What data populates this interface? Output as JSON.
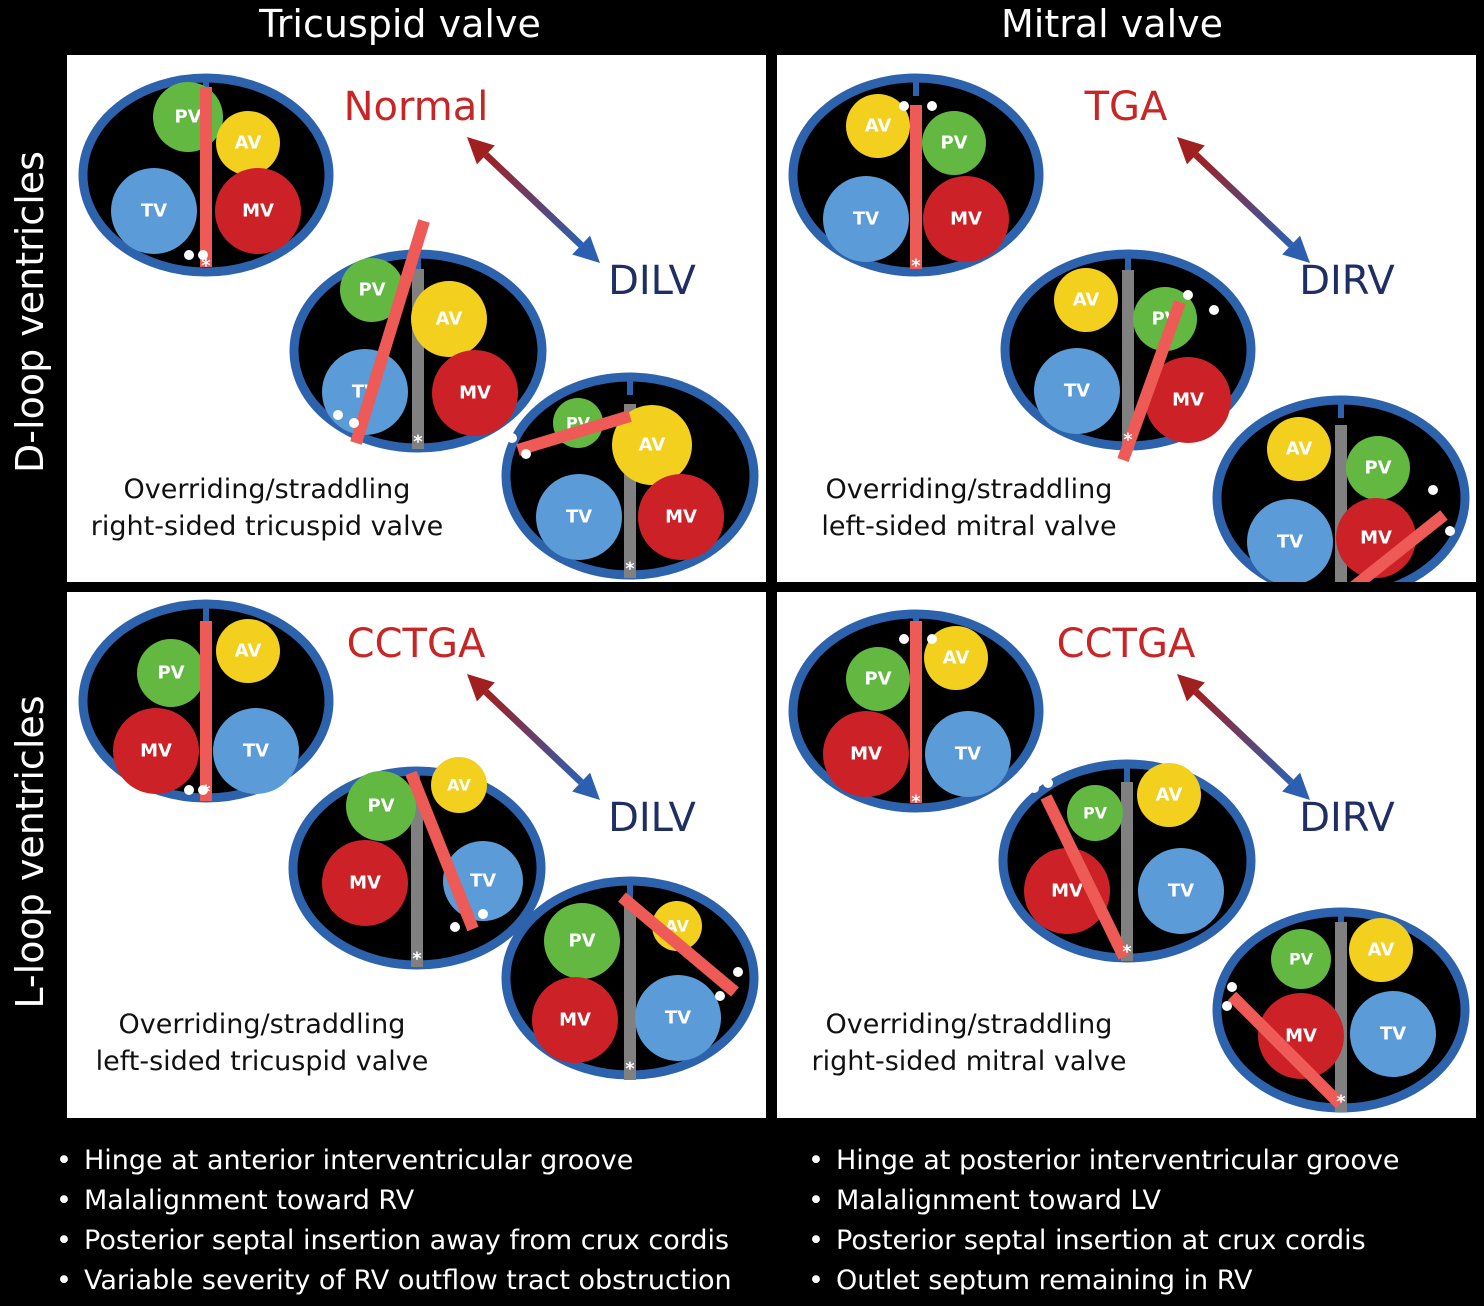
{
  "column_headers": [
    "Tricuspid valve",
    "Mitral valve"
  ],
  "row_headers": [
    "D-loop ventricles",
    "L-loop ventricles"
  ],
  "panels": [
    {
      "id": "d-tricuspid",
      "top_label": "Normal",
      "bottom_label": "DILV",
      "caption": [
        "Overriding/straddling",
        "right-sided tricuspid valve"
      ],
      "hearts": [
        {
          "valves": [
            {
              "name": "PV",
              "color": "green"
            },
            {
              "name": "AV",
              "color": "yellow"
            },
            {
              "name": "TV",
              "color": "blue"
            },
            {
              "name": "MV",
              "color": "red"
            }
          ]
        },
        {
          "valves": [
            {
              "name": "PV",
              "color": "green"
            },
            {
              "name": "AV",
              "color": "yellow"
            },
            {
              "name": "TV",
              "color": "blue"
            },
            {
              "name": "MV",
              "color": "red"
            }
          ]
        },
        {
          "valves": [
            {
              "name": "PV",
              "color": "green"
            },
            {
              "name": "AV",
              "color": "yellow"
            },
            {
              "name": "TV",
              "color": "blue"
            },
            {
              "name": "MV",
              "color": "red"
            }
          ]
        }
      ]
    },
    {
      "id": "d-mitral",
      "top_label": "TGA",
      "bottom_label": "DIRV",
      "caption": [
        "Overriding/straddling",
        "left-sided mitral valve"
      ],
      "hearts": [
        {
          "valves": [
            {
              "name": "AV",
              "color": "yellow"
            },
            {
              "name": "PV",
              "color": "green"
            },
            {
              "name": "TV",
              "color": "blue"
            },
            {
              "name": "MV",
              "color": "red"
            }
          ]
        },
        {
          "valves": [
            {
              "name": "AV",
              "color": "yellow"
            },
            {
              "name": "PV",
              "color": "green"
            },
            {
              "name": "TV",
              "color": "blue"
            },
            {
              "name": "MV",
              "color": "red"
            }
          ]
        },
        {
          "valves": [
            {
              "name": "AV",
              "color": "yellow"
            },
            {
              "name": "PV",
              "color": "green"
            },
            {
              "name": "TV",
              "color": "blue"
            },
            {
              "name": "MV",
              "color": "red"
            }
          ]
        }
      ]
    },
    {
      "id": "l-tricuspid",
      "top_label": "CCTGA",
      "bottom_label": "DILV",
      "caption": [
        "Overriding/straddling",
        "left-sided tricuspid valve"
      ],
      "hearts": [
        {
          "valves": [
            {
              "name": "PV",
              "color": "green"
            },
            {
              "name": "AV",
              "color": "yellow"
            },
            {
              "name": "MV",
              "color": "red"
            },
            {
              "name": "TV",
              "color": "blue"
            }
          ]
        },
        {
          "valves": [
            {
              "name": "PV",
              "color": "green"
            },
            {
              "name": "AV",
              "color": "yellow"
            },
            {
              "name": "MV",
              "color": "red"
            },
            {
              "name": "TV",
              "color": "blue"
            }
          ]
        },
        {
          "valves": [
            {
              "name": "PV",
              "color": "green"
            },
            {
              "name": "AV",
              "color": "yellow"
            },
            {
              "name": "MV",
              "color": "red"
            },
            {
              "name": "TV",
              "color": "blue"
            }
          ]
        }
      ]
    },
    {
      "id": "l-mitral",
      "top_label": "CCTGA",
      "bottom_label": "DIRV",
      "caption": [
        "Overriding/straddling",
        "right-sided mitral valve"
      ],
      "hearts": [
        {
          "valves": [
            {
              "name": "PV",
              "color": "green"
            },
            {
              "name": "AV",
              "color": "yellow"
            },
            {
              "name": "MV",
              "color": "red"
            },
            {
              "name": "TV",
              "color": "blue"
            }
          ]
        },
        {
          "valves": [
            {
              "name": "PV",
              "color": "green"
            },
            {
              "name": "AV",
              "color": "yellow"
            },
            {
              "name": "MV",
              "color": "red"
            },
            {
              "name": "TV",
              "color": "blue"
            }
          ]
        },
        {
          "valves": [
            {
              "name": "PV",
              "color": "green"
            },
            {
              "name": "AV",
              "color": "yellow"
            },
            {
              "name": "MV",
              "color": "red"
            },
            {
              "name": "TV",
              "color": "blue"
            }
          ]
        }
      ]
    }
  ],
  "septum_marker": "*",
  "bullets_left": [
    "Hinge at anterior interventricular groove",
    "Malalignment toward RV",
    "Posterior septal insertion away from crux cordis",
    "Variable severity of RV outflow tract obstruction"
  ],
  "bullets_right": [
    "Hinge at posterior interventricular groove",
    "Malalignment toward LV",
    "Posterior septal insertion at crux cordis",
    "Outlet septum remaining in RV"
  ],
  "colors": {
    "green": "#63b842",
    "yellow": "#f3cf1e",
    "blue": "#5b9bd7",
    "red": "#cc2227",
    "ring": "#2d62ad",
    "septum": "#808080",
    "malaligned_septum": "#ee5a55",
    "label_red": "#c72526",
    "label_navy": "#1f2e63",
    "arrow_red": "#a02020",
    "arrow_blue": "#2d5fb0"
  }
}
